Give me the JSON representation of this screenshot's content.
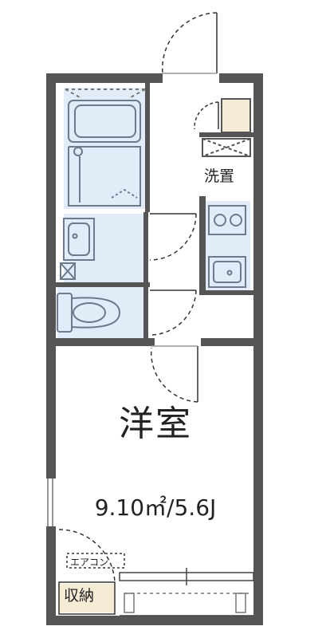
{
  "floorplan": {
    "main_room_label": "洋室",
    "main_room_size": "9.10㎡/5.6J",
    "washer_label": "洗置",
    "aircon_label": "エアコン",
    "storage_label": "収納",
    "colors": {
      "wall": "#555555",
      "wet_area_fill": "#e2ecf8",
      "closet_fill": "#f6ecd6",
      "fixture_line": "#6b7a8c",
      "door_line": "#333333"
    }
  }
}
